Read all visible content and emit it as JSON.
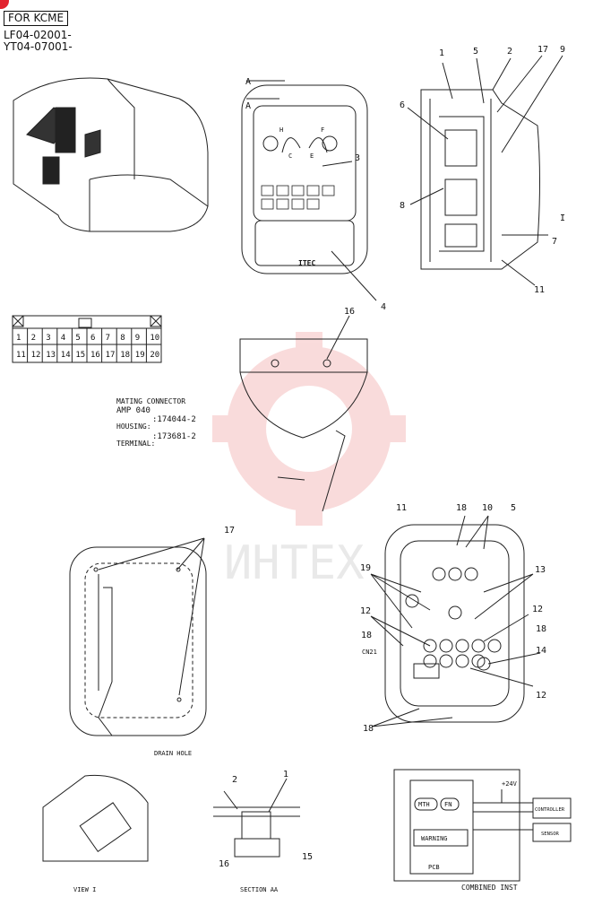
{
  "header": {
    "badge": "FOR KCME",
    "serial_1": "LF04-02001-",
    "serial_2": "YT04-07001-"
  },
  "watermark": "ИНТЕХ",
  "monitor_front": {
    "view_arrow": "A",
    "brand": "ITEC",
    "gauge_h": "H",
    "gauge_c": "C",
    "gauge_e": "E",
    "gauge_f": "F"
  },
  "callouts": {
    "c1": "1",
    "c2": "2",
    "c3": "3",
    "c4": "4",
    "c5": "5",
    "c6": "6",
    "c7": "7",
    "c8": "8",
    "c9": "9",
    "c10": "10",
    "c11": "11",
    "c12": "12",
    "c13": "13",
    "c14": "14",
    "c15": "15",
    "c16": "16",
    "c17": "17",
    "c18": "18",
    "c19": "19",
    "arrow_i": "I"
  },
  "connector": {
    "pins_top": [
      "1",
      "2",
      "3",
      "4",
      "5",
      "6",
      "7",
      "8",
      "9",
      "10"
    ],
    "pins_bottom": [
      "11",
      "12",
      "13",
      "14",
      "15",
      "16",
      "17",
      "18",
      "19",
      "20"
    ],
    "title": "MATING CONNECTOR",
    "model": "AMP 040",
    "housing_label": "HOUSING:",
    "housing_part": ":174044-2",
    "terminal_label": "TERMINAL:",
    "terminal_part": ":173681-2"
  },
  "rear_view": {
    "connector_label": "CN21",
    "drain_label": "DRAIN HOLE"
  },
  "bottom": {
    "view_label": "VIEW I",
    "section_label": "SECTION AA",
    "combined_label": "COMBINED INST",
    "btn_mth": "MTH",
    "btn_fn": "FN",
    "warning": "WARNING",
    "pcb": "PCB",
    "voltage": "+24V",
    "controller": "CONTROLLER",
    "sensor": "SENSOR"
  }
}
